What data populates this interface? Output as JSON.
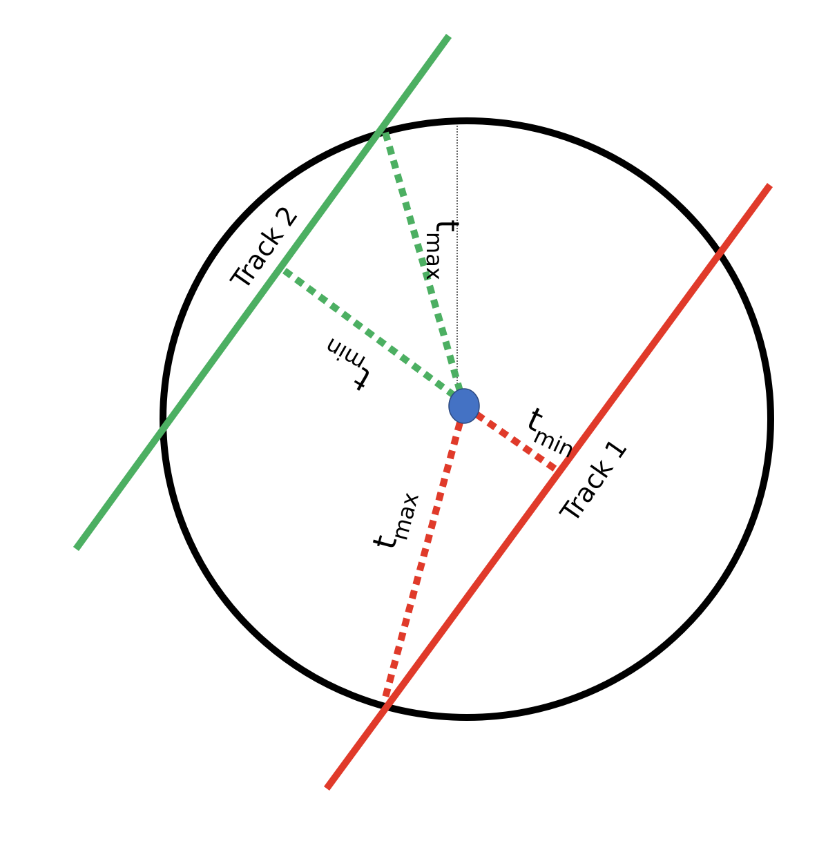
{
  "diagram": {
    "colors": {
      "circle": "#000000",
      "track_1": "#e03a2a",
      "track_2": "#4caf62",
      "point": "#4472c4",
      "reference_line": "#000000"
    },
    "tracks": [
      {
        "id": "track-1",
        "label": "Track 1"
      },
      {
        "id": "track-2",
        "label": "Track 2"
      }
    ],
    "distances": {
      "t_symbol": "t",
      "track_1_min_sub": "min",
      "track_1_max_sub": "max",
      "track_2_min_sub": "min",
      "track_2_max_sub": "max"
    }
  }
}
